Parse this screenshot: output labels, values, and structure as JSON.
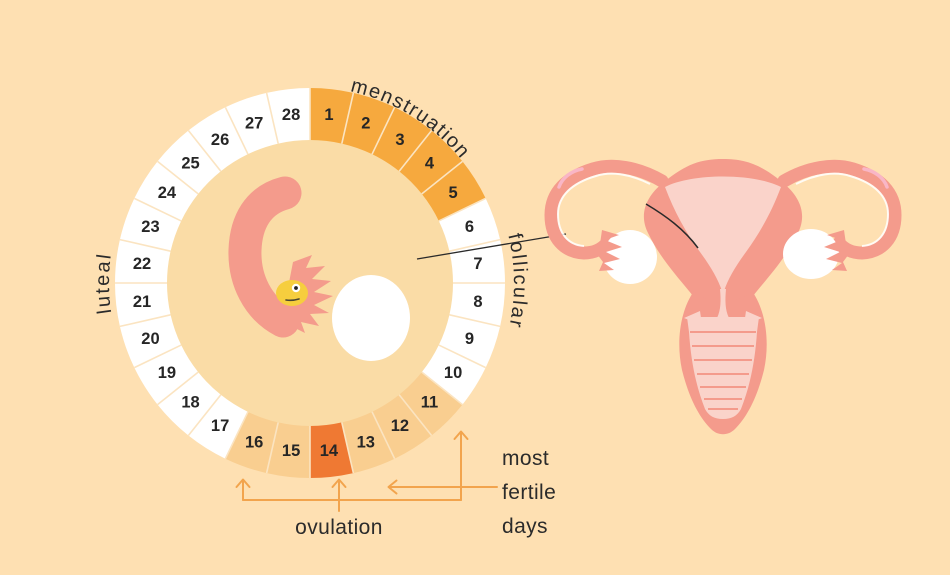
{
  "colors": {
    "background": "#FEE0B2",
    "wheel_disc": "#FADCA6",
    "arrow": "#F2A44D",
    "ink": "#2B2B2B",
    "uterus": "#F49B8C",
    "uterus_cavity": "#FAD3CA",
    "ovum_yellow": "#F6CE3E",
    "ovary_white": "#FFFFFF"
  },
  "wheel": {
    "total_days": 28,
    "phase_labels": {
      "menstruation": "menstruation",
      "follicular": "follicular",
      "luteal": "luteal",
      "ovulation": "ovulation"
    },
    "colors": {
      "menstruation": "#F6A93E",
      "fertile": "#F9CE90",
      "ovulation": "#EF7933",
      "regular": "#FFFFFF",
      "divider": "#FBE4C1"
    },
    "days": [
      {
        "n": 1,
        "phase": "menstruation"
      },
      {
        "n": 2,
        "phase": "menstruation"
      },
      {
        "n": 3,
        "phase": "menstruation"
      },
      {
        "n": 4,
        "phase": "menstruation"
      },
      {
        "n": 5,
        "phase": "menstruation"
      },
      {
        "n": 6,
        "phase": "regular"
      },
      {
        "n": 7,
        "phase": "regular"
      },
      {
        "n": 8,
        "phase": "regular"
      },
      {
        "n": 9,
        "phase": "regular"
      },
      {
        "n": 10,
        "phase": "regular"
      },
      {
        "n": 11,
        "phase": "fertile"
      },
      {
        "n": 12,
        "phase": "fertile"
      },
      {
        "n": 13,
        "phase": "fertile"
      },
      {
        "n": 14,
        "phase": "ovulation"
      },
      {
        "n": 15,
        "phase": "fertile"
      },
      {
        "n": 16,
        "phase": "fertile"
      },
      {
        "n": 17,
        "phase": "regular"
      },
      {
        "n": 18,
        "phase": "regular"
      },
      {
        "n": 19,
        "phase": "regular"
      },
      {
        "n": 20,
        "phase": "regular"
      },
      {
        "n": 21,
        "phase": "regular"
      },
      {
        "n": 22,
        "phase": "regular"
      },
      {
        "n": 23,
        "phase": "regular"
      },
      {
        "n": 24,
        "phase": "regular"
      },
      {
        "n": 25,
        "phase": "regular"
      },
      {
        "n": 26,
        "phase": "regular"
      },
      {
        "n": 27,
        "phase": "regular"
      },
      {
        "n": 28,
        "phase": "regular"
      }
    ]
  },
  "annotations": {
    "most_fertile_days": {
      "line1": "most",
      "line2": "fertile",
      "line3": "days"
    }
  }
}
